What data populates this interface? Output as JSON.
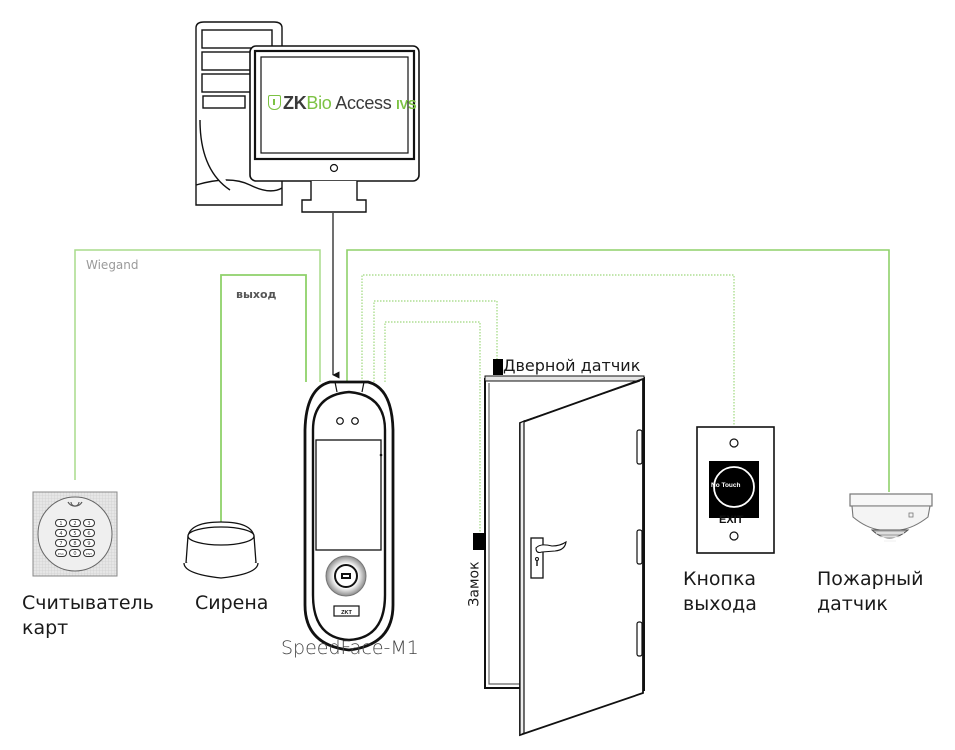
{
  "software": {
    "logo_prefix": "ZK",
    "logo_bio": "Bio",
    "logo_access": " Access ",
    "logo_suffix": "IVS"
  },
  "connections": {
    "wiegand_label": "Wiegand",
    "output_label": "выход"
  },
  "devices": {
    "card_reader": {
      "label_line1": "Считыватель",
      "label_line2": "карт"
    },
    "siren": {
      "label": "Сирена"
    },
    "terminal": {
      "label": "SpeedFace-M1"
    },
    "door_sensor": {
      "label": "Дверной датчик"
    },
    "lock": {
      "label": "Замок"
    },
    "exit_button": {
      "label_line1": "Кнопка",
      "label_line2": "выхода",
      "button_text": "No Touch",
      "exit_text": "EXIT"
    },
    "fire_sensor": {
      "label_line1": "Пожарный",
      "label_line2": "датчик"
    }
  },
  "keypad": {
    "keys": [
      "1",
      "2",
      "3",
      "4",
      "5",
      "6",
      "7",
      "8",
      "9",
      "ESC",
      "0",
      "ENT"
    ]
  },
  "colors": {
    "wire_green": "#8fd16a",
    "wire_dotted": "#a6dc86",
    "logo_green": "#7cc243",
    "ink": "#111111"
  }
}
